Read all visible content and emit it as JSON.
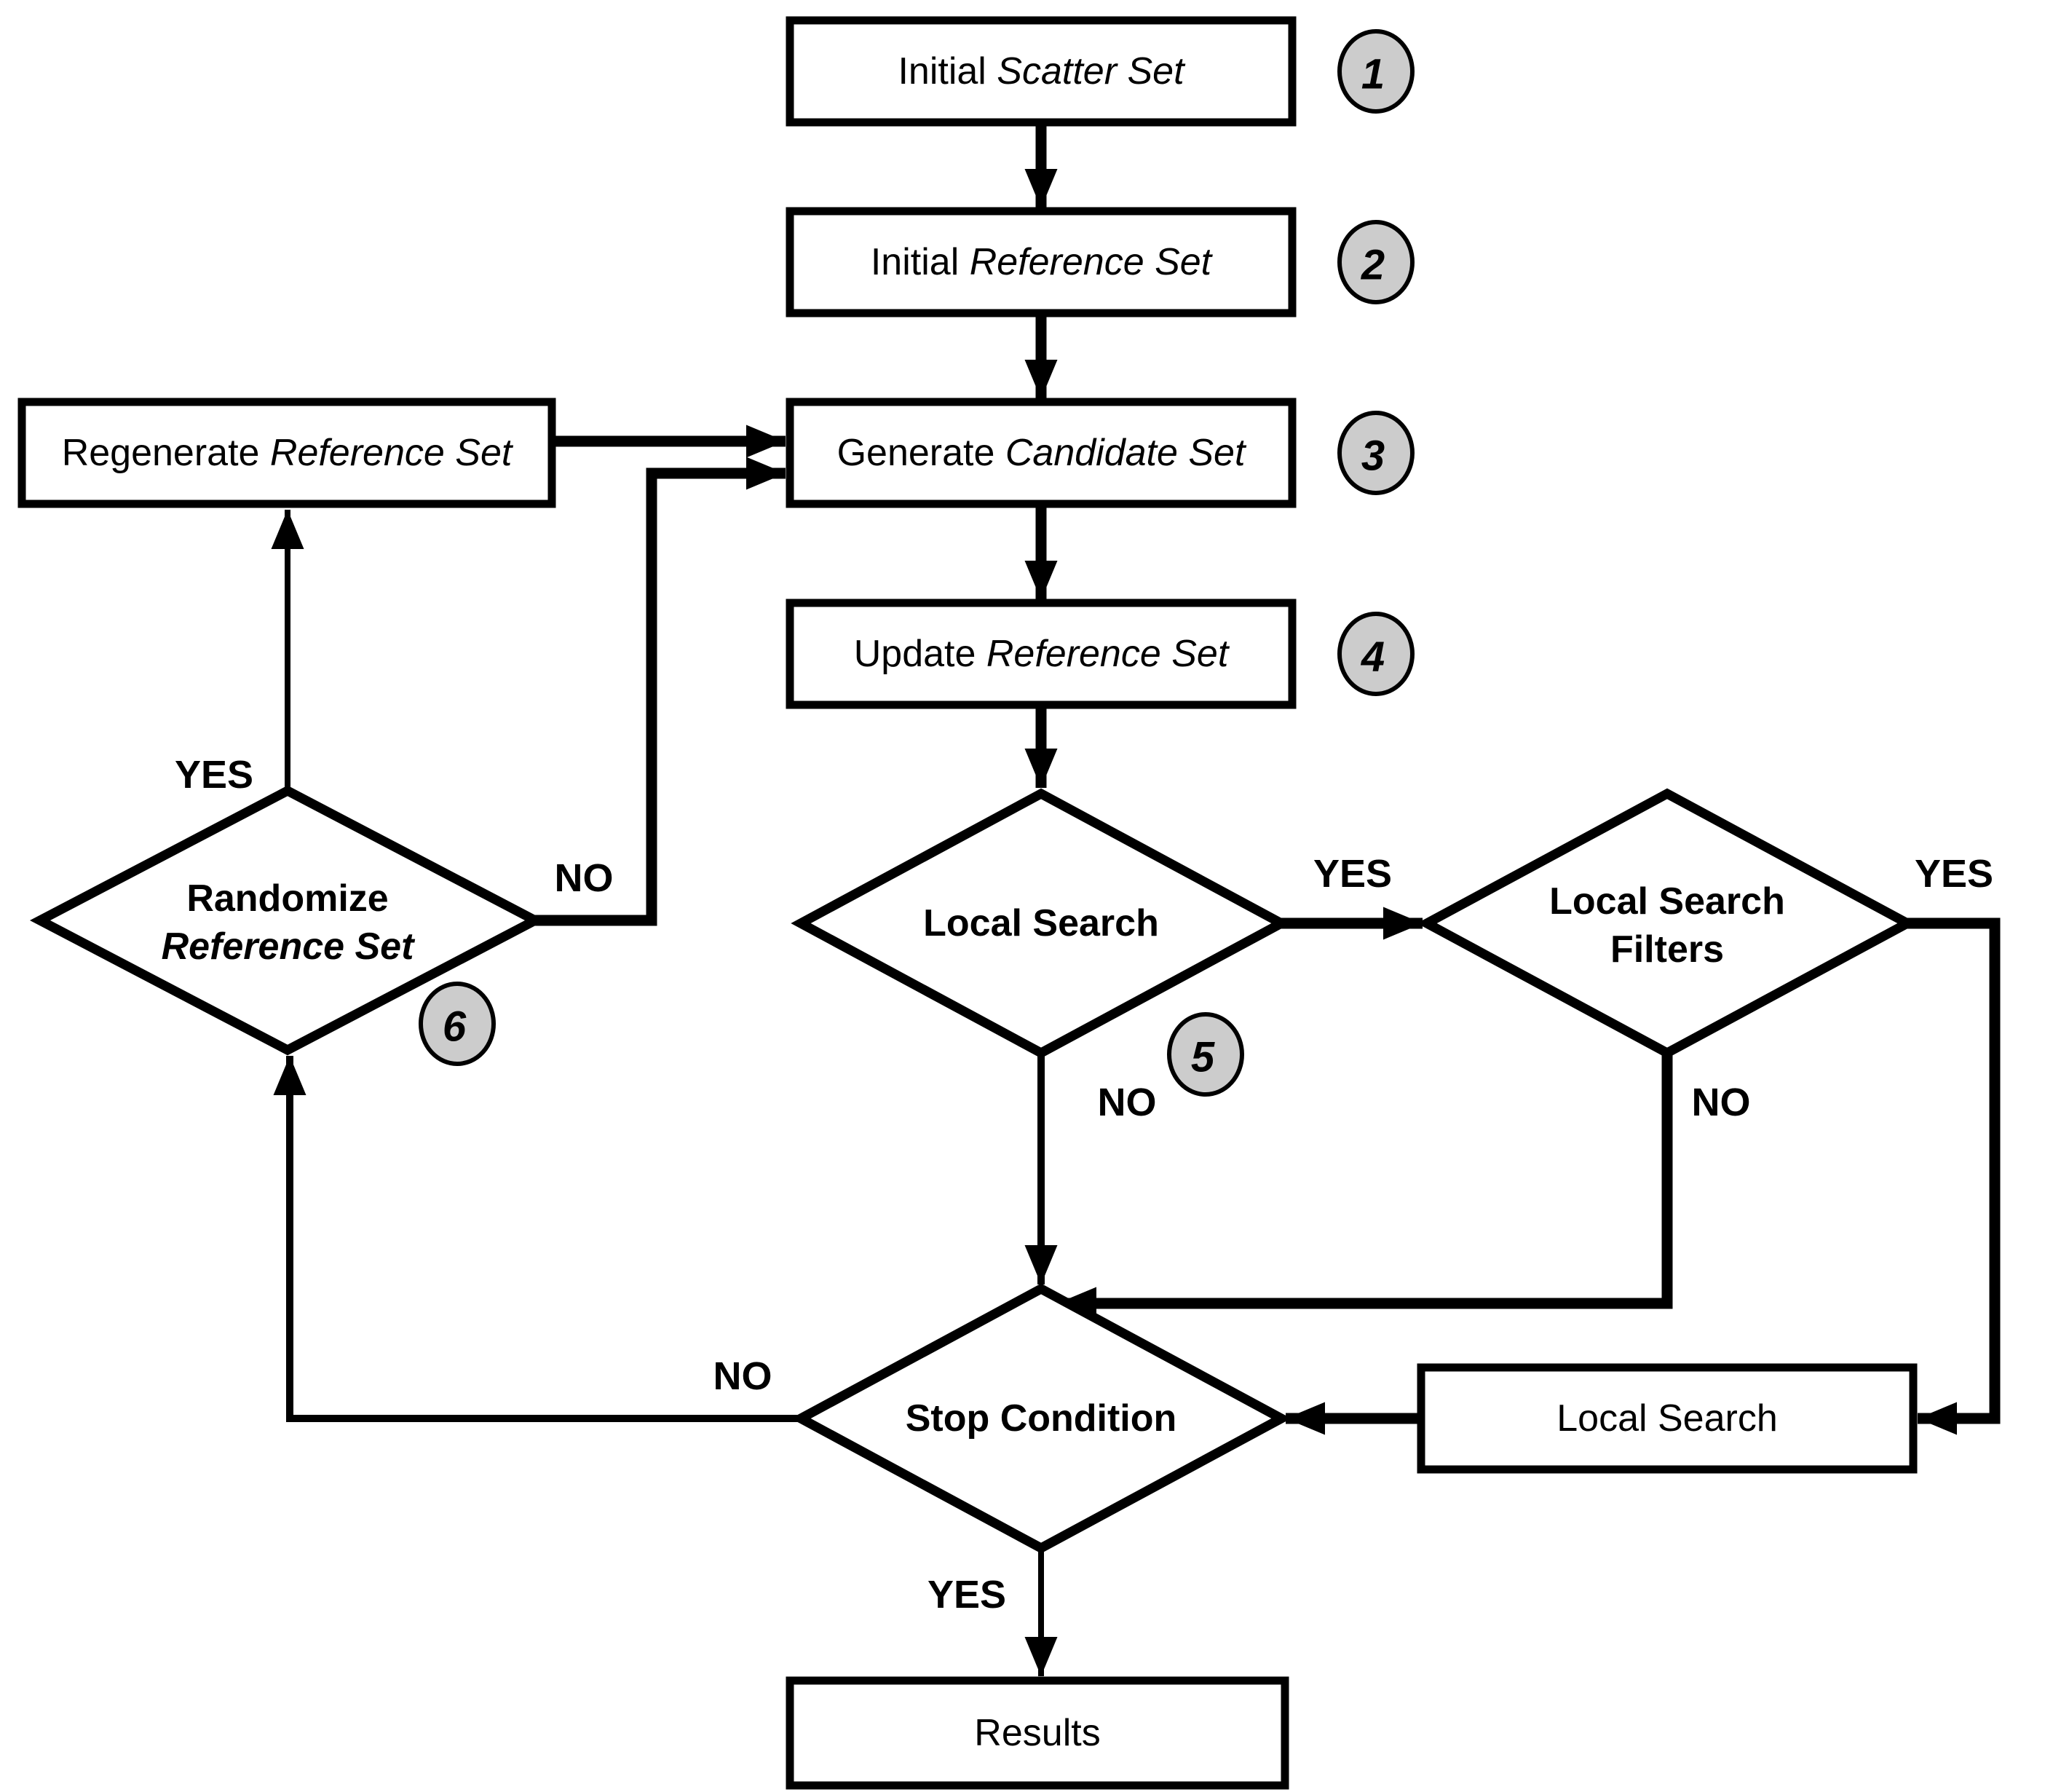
{
  "diagram": {
    "background": "#ffffff",
    "line_color": "#000000",
    "badge_fill": "#cccccc",
    "nodes": {
      "initial_scatter": {
        "prefix": "Initial ",
        "emphasis": "Scatter Set",
        "badge": "1"
      },
      "initial_reference": {
        "prefix": "Initial ",
        "emphasis": "Reference Set",
        "badge": "2"
      },
      "generate_candidate": {
        "prefix": "Generate ",
        "emphasis": "Candidate Set",
        "badge": "3"
      },
      "update_reference": {
        "prefix": "Update ",
        "emphasis": "Reference Set",
        "badge": "4"
      },
      "regenerate_reference": {
        "prefix": "Regenerate ",
        "emphasis": "Reference Set"
      },
      "local_search_decision": {
        "label": "Local Search",
        "badge": "5"
      },
      "local_search_filters": {
        "line1": "Local Search",
        "line2": "Filters"
      },
      "randomize_reference": {
        "line1": "Randomize",
        "line2": "Reference Set",
        "badge": "6"
      },
      "stop_condition": {
        "label": "Stop Condition"
      },
      "local_search_process": {
        "label": "Local Search"
      },
      "results": {
        "label": "Results"
      }
    },
    "edge_labels": {
      "local_search_yes": "YES",
      "local_search_no": "NO",
      "filters_yes": "YES",
      "filters_no": "NO",
      "stop_yes": "YES",
      "stop_no": "NO",
      "randomize_yes": "YES",
      "randomize_no": "NO"
    }
  }
}
